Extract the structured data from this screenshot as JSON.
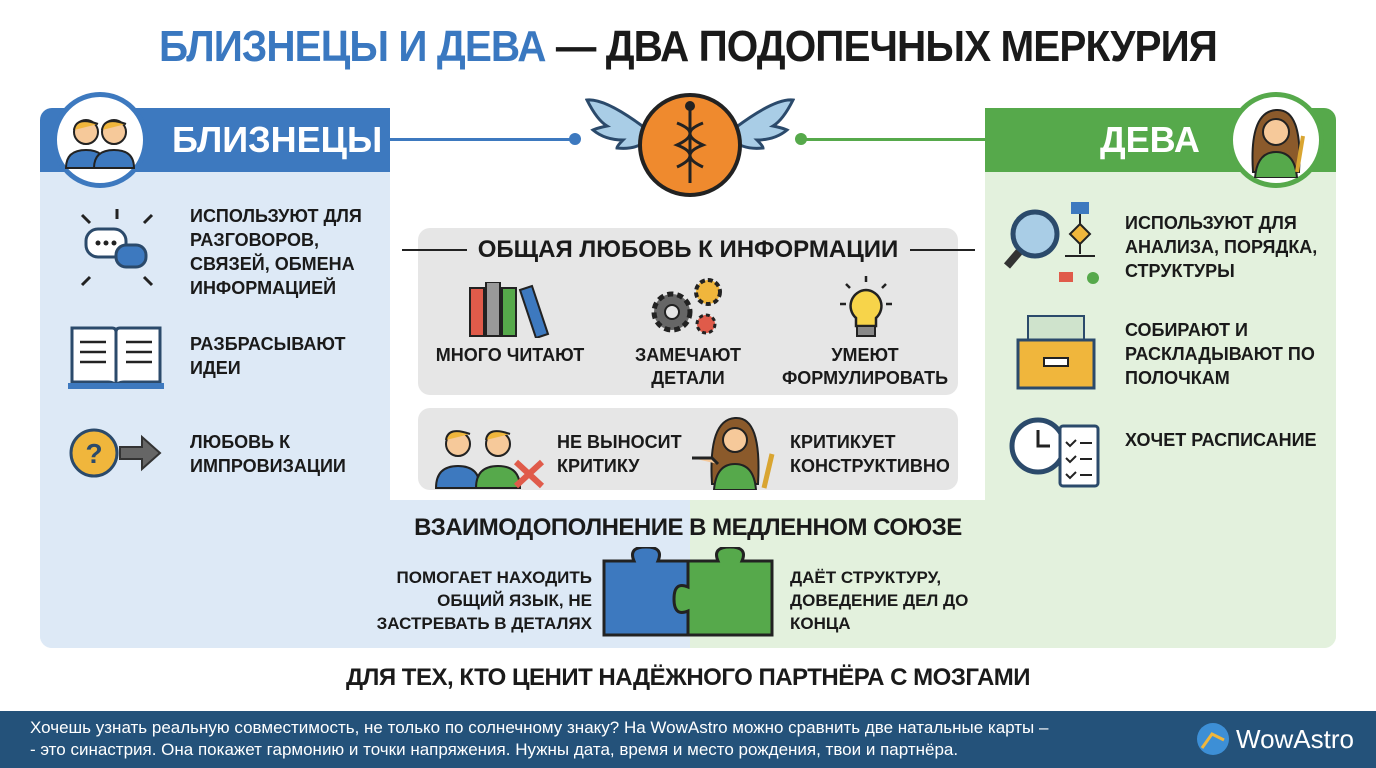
{
  "title": {
    "part1": "БЛИЗНЕЦЫ И ДЕВА",
    "part2": " — ДВА ПОДОПЕЧНЫХ МЕРКУРИЯ"
  },
  "gemini": {
    "header": "БЛИЗНЕЦЫ",
    "items": [
      {
        "icon": "chat-bubbles-icon",
        "text": "ИСПОЛЬЗУЮТ ДЛЯ РАЗГОВОРОВ, СВЯЗЕЙ, ОБМЕНА ИНФОРМАЦИЕЙ"
      },
      {
        "icon": "open-book-icon",
        "text": "РАЗБРАСЫВАЮТ ИДЕИ"
      },
      {
        "icon": "question-arrow-icon",
        "text": "ЛЮБОВЬ К ИМПРОВИЗАЦИИ"
      }
    ]
  },
  "virgo": {
    "header": "ДЕВА",
    "items": [
      {
        "icon": "magnifier-flowchart-icon",
        "text": "ИСПОЛЬЗУЮТ ДЛЯ АНАЛИЗА, ПОРЯДКА, СТРУКТУРЫ"
      },
      {
        "icon": "file-drawer-icon",
        "text": "СОБИРАЮТ И РАСКЛАДЫВАЮТ ПО ПОЛОЧКАМ"
      },
      {
        "icon": "clock-checklist-icon",
        "text": "ХОЧЕТ РАСПИСАНИЕ"
      }
    ]
  },
  "common": {
    "title": "ОБЩАЯ ЛЮБОВЬ К ИНФОРМАЦИИ",
    "items": [
      {
        "icon": "books-icon",
        "text": "МНОГО ЧИТАЮТ"
      },
      {
        "icon": "gears-icon",
        "text": "ЗАМЕЧАЮТ ДЕТАЛИ"
      },
      {
        "icon": "lightbulb-icon",
        "text": "УМЕЮТ ФОРМУЛИРОВАТЬ"
      }
    ]
  },
  "criticism": {
    "gemini": "НЕ ВЫНОСИТ КРИТИКУ",
    "virgo": "КРИТИКУЕТ КОНСТРУКТИВНО"
  },
  "union": {
    "title": "ВЗАИМОДОПОЛНЕНИЕ В МЕДЛЕННОМ СОЮЗЕ",
    "left": "ПОМОГАЕТ НАХОДИТЬ ОБЩИЙ ЯЗЫК, НЕ ЗАСТРЕВАТЬ В ДЕТАЛЯХ",
    "right": "ДАЁТ СТРУКТУРУ, ДОВЕДЕНИЕ ДЕЛ ДО КОНЦА"
  },
  "tagline": "ДЛЯ ТЕХ, КТО ЦЕНИТ НАДЁЖНОГО ПАРТНЁРА С МОЗГАМИ",
  "footer": {
    "line1": "Хочешь узнать реальную совместимость, не только по солнечному знаку? На WowAstro можно сравнить две натальные карты –",
    "line2": "- это синастрия. Она покажет гармонию и точки напряжения. Нужны дата, время и место рождения, твои и партнёра.",
    "brand": "WowAstro"
  },
  "colors": {
    "blue": "#3d79bf",
    "green": "#56a94b",
    "footer": "#24527a"
  }
}
